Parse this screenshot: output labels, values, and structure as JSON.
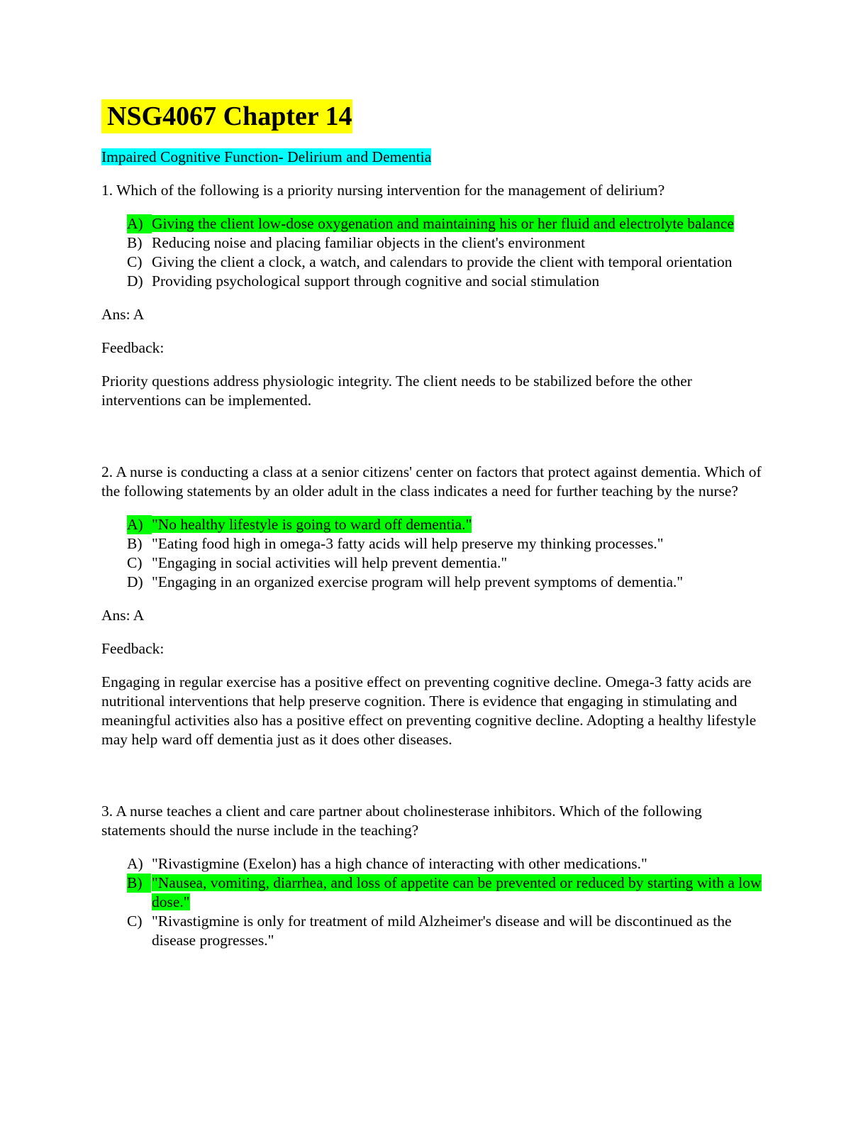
{
  "document": {
    "title": " NSG4067 Chapter 14",
    "subtitle": "Impaired Cognitive Function- Delirium and Dementia",
    "questions": [
      {
        "text": "1. Which of the following is a priority nursing intervention for the management of delirium?",
        "options": [
          {
            "letter": "A)",
            "text": "Giving the client low-dose oxygenation and maintaining his or her fluid and electrolyte balance"
          },
          {
            "letter": "B)",
            "text": "Reducing noise and placing familiar objects in the client's environment"
          },
          {
            "letter": "C)",
            "text": "Giving the client a clock, a watch, and calendars to provide the client with temporal orientation"
          },
          {
            "letter": "D)",
            "text": "Providing psychological support through cognitive and social stimulation"
          }
        ],
        "answer": "Ans: A",
        "feedback_label": "Feedback:",
        "feedback": "Priority questions address physiologic integrity. The client needs to be stabilized before the other interventions can be implemented."
      },
      {
        "text": "2. A nurse is conducting a class at a senior citizens' center on factors that protect against dementia. Which of the following statements by an older adult in the class indicates a need for further teaching by the nurse?",
        "options": [
          {
            "letter": "A)",
            "text": "\"No healthy lifestyle is going to ward off dementia.\""
          },
          {
            "letter": "B)",
            "text": "\"Eating food high in omega-3 fatty acids will help preserve my thinking processes.\""
          },
          {
            "letter": "C)",
            "text": "\"Engaging in social activities will help prevent dementia.\""
          },
          {
            "letter": "D)",
            "text": "\"Engaging in an organized exercise program will help prevent symptoms of dementia.\""
          }
        ],
        "answer": "Ans: A",
        "feedback_label": "Feedback:",
        "feedback": "Engaging in regular exercise has a positive effect on preventing cognitive decline. Omega-3 fatty acids are nutritional interventions that help preserve cognition. There is evidence that engaging in stimulating and meaningful activities also has a positive effect on preventing cognitive decline. Adopting a healthy lifestyle may help ward off dementia just as it does other diseases."
      },
      {
        "text": "3. A nurse teaches a client and care partner about cholinesterase inhibitors. Which of the following statements should the nurse include in the teaching?",
        "options": [
          {
            "letter": "A)",
            "text": "\"Rivastigmine (Exelon) has a high chance of interacting with other medications.\""
          },
          {
            "letter": "B)",
            "text": "\"Nausea, vomiting, diarrhea, and loss of appetite can be prevented or reduced by starting with a low dose.\""
          },
          {
            "letter": "C)",
            "text": "\"Rivastigmine is only for treatment of mild Alzheimer's disease and will be discontinued as the disease progresses.\""
          }
        ]
      }
    ],
    "highlight_colors": {
      "title": "#ffff00",
      "subtitle": "#00ffff",
      "correct_answer": "#00ff00"
    }
  }
}
